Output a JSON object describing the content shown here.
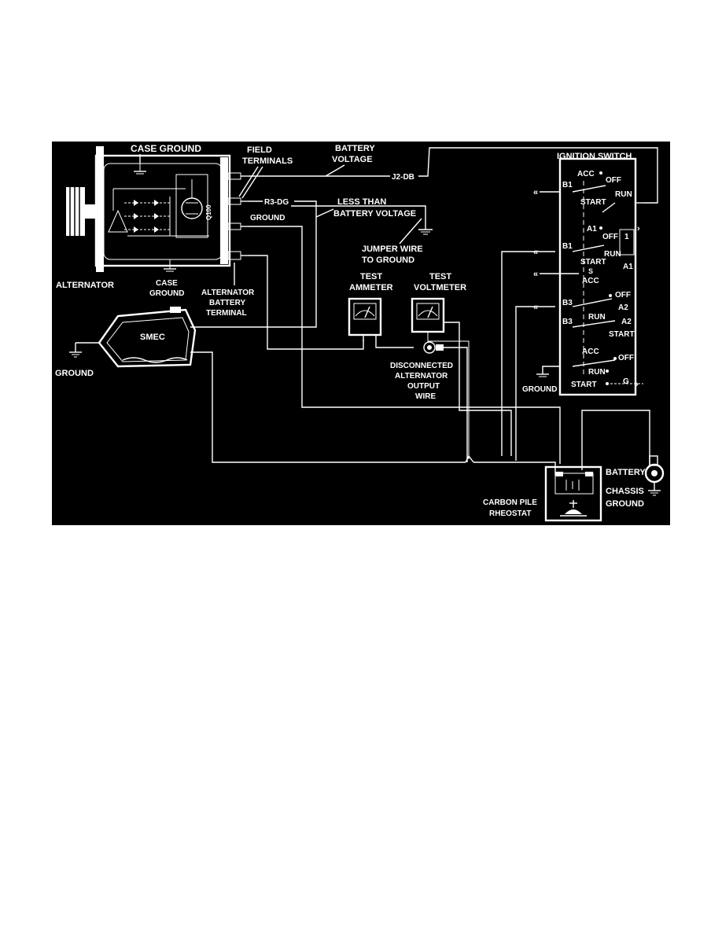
{
  "diagram": {
    "background": "#000000",
    "foreground": "#ffffff",
    "labels": {
      "case_ground_top": "CASE GROUND",
      "field_terminals_1": "FIELD",
      "field_terminals_2": "TERMINALS",
      "battery_voltage_1": "BATTERY",
      "battery_voltage_2": "VOLTAGE",
      "j2_db": "J2-DB",
      "r3_dg": "R3-DG",
      "ground_term": "GROUND",
      "less_than_1": "LESS THAN",
      "less_than_2": "BATTERY VOLTAGE",
      "jumper_1": "JUMPER WIRE",
      "jumper_2": "TO GROUND",
      "alternator": "ALTERNATOR",
      "case_ground_bottom_1": "CASE",
      "case_ground_bottom_2": "GROUND",
      "alt_batt_1": "ALTERNATOR",
      "alt_batt_2": "BATTERY",
      "alt_batt_3": "TERMINAL",
      "test_ammeter_1": "TEST",
      "test_ammeter_2": "AMMETER",
      "test_voltmeter_1": "TEST",
      "test_voltmeter_2": "VOLTMETER",
      "smec": "SMEC",
      "ground_left": "GROUND",
      "disconnected_1": "DISCONNECTED",
      "disconnected_2": "ALTERNATOR",
      "disconnected_3": "OUTPUT",
      "disconnected_4": "WIRE",
      "carbon_pile_1": "CARBON PILE",
      "carbon_pile_2": "RHEOSTAT",
      "battery": "BATTERY",
      "chassis_1": "CHASSIS",
      "chassis_2": "GROUND",
      "ground_switch": "GROUND",
      "rotor_label": "Q100"
    },
    "ignition_switch": {
      "title": "IGNITION SWITCH",
      "sections": [
        {
          "terminal": "B1",
          "positions": [
            "ACC",
            "OFF",
            "RUN",
            "START"
          ]
        },
        {
          "terminal": "B1",
          "positions": [
            "A1",
            "OFF",
            "RUN",
            "START",
            "A1",
            "S",
            "1"
          ]
        },
        {
          "terminal": "B3",
          "positions": [
            "ACC",
            "OFF",
            "A2",
            "RUN",
            "A2",
            "START"
          ]
        },
        {
          "terminal": "B3",
          "positions": [
            "ACC",
            "OFF",
            "RUN",
            "START",
            "G"
          ]
        }
      ]
    }
  }
}
